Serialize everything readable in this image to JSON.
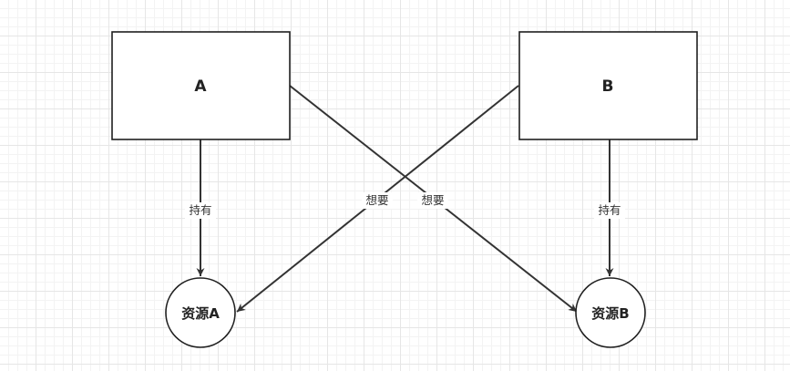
{
  "nodes": {
    "process_a": {
      "label": "A"
    },
    "process_b": {
      "label": "B"
    },
    "resource_a": {
      "label": "资源A"
    },
    "resource_b": {
      "label": "资源B"
    }
  },
  "edges": {
    "a_holds_ra": {
      "label": "持有"
    },
    "b_holds_rb": {
      "label": "持有"
    },
    "b_wants_ra": {
      "label": "想要"
    },
    "a_wants_rb": {
      "label": "想要"
    }
  },
  "colors": {
    "stroke": "#1f1f1f",
    "edge": "#333333",
    "grid": "#e6e6e6",
    "background": "#ffffff"
  }
}
